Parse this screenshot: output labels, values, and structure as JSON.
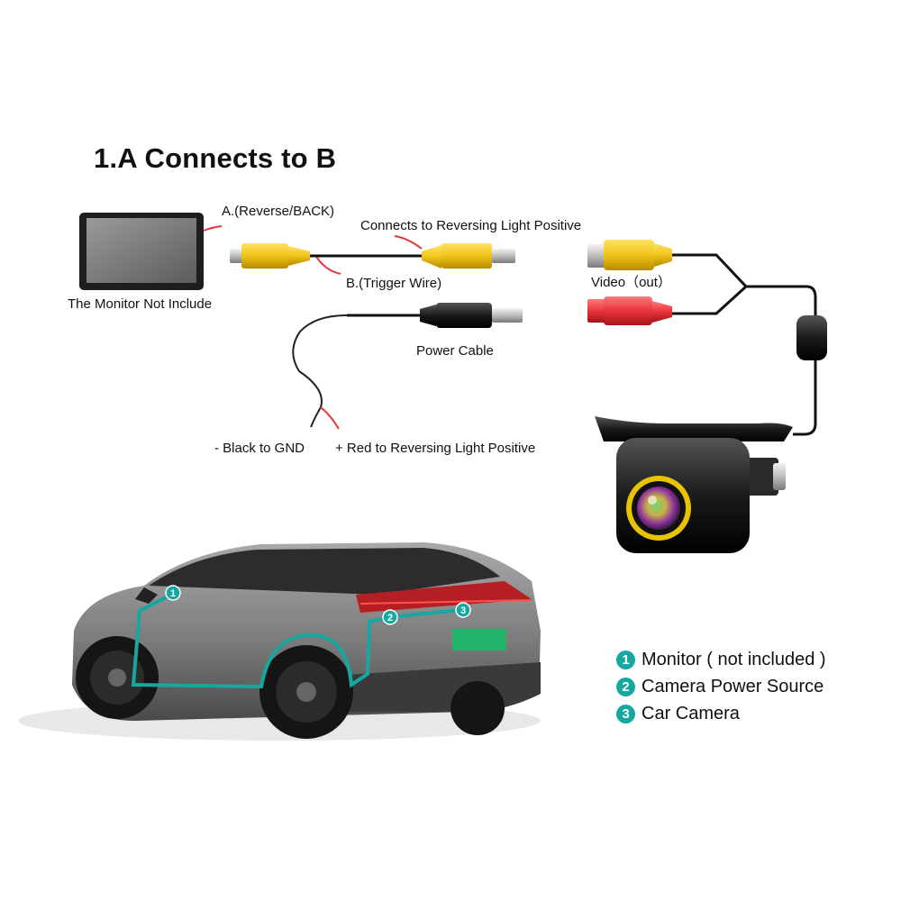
{
  "title": "1.A Connects to B",
  "labels": {
    "monitor": "The Monitor Not Include",
    "reverse": "A.(Reverse/BACK)",
    "trigger": "B.(Trigger Wire)",
    "connects": "Connects to Reversing Light Positive",
    "video_out": "Video（out）",
    "power_cable": "Power Cable",
    "black_gnd": "- Black to GND",
    "red_positive": "+ Red to Reversing Light Positive"
  },
  "car_markers": [
    "1",
    "2",
    "3"
  ],
  "legend": [
    {
      "num": "1",
      "label": "Monitor ( not included )"
    },
    {
      "num": "2",
      "label": "Camera Power Source"
    },
    {
      "num": "3",
      "label": "Car Camera"
    }
  ],
  "colors": {
    "accent": "#16a7a0",
    "rca_yellow": "#f0c419",
    "rca_red": "#e8343b",
    "plate_green": "#22b46a"
  }
}
